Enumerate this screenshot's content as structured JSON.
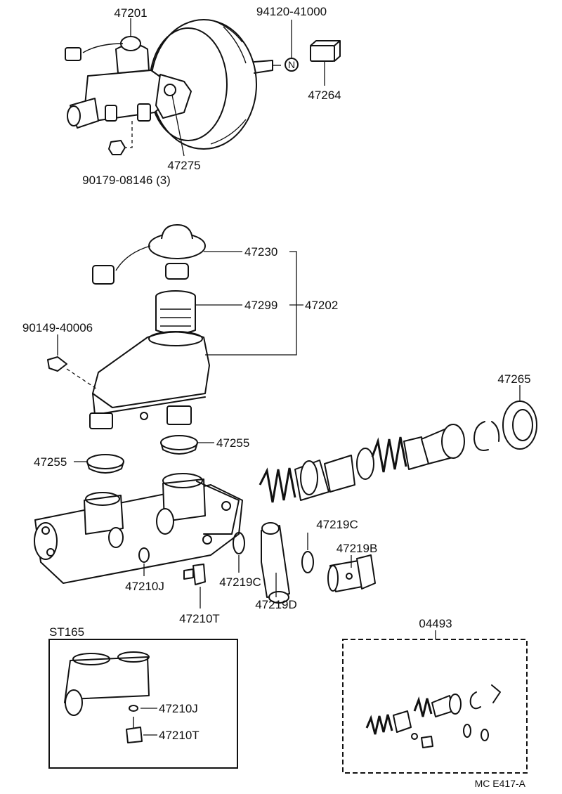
{
  "labels": {
    "p47201": "47201",
    "p94120": "94120-41000",
    "p47264": "47264",
    "p47275": "47275",
    "p90179": "90179-08146 (3)",
    "p47230": "47230",
    "p47299": "47299",
    "p47202": "47202",
    "p90149": "90149-40006",
    "p47265": "47265",
    "p47255a": "47255",
    "p47255b": "47255",
    "p47219c_top": "47219C",
    "p47219b": "47219B",
    "p47219c_bot": "47219C",
    "p47210j": "47210J",
    "p47219d": "47219D",
    "p47210t": "47210T",
    "st165": "ST165",
    "st_47210j": "47210J",
    "st_47210t": "47210T",
    "kit04493": "04493",
    "ref": "MC E417-A",
    "nut_mark": "N"
  }
}
